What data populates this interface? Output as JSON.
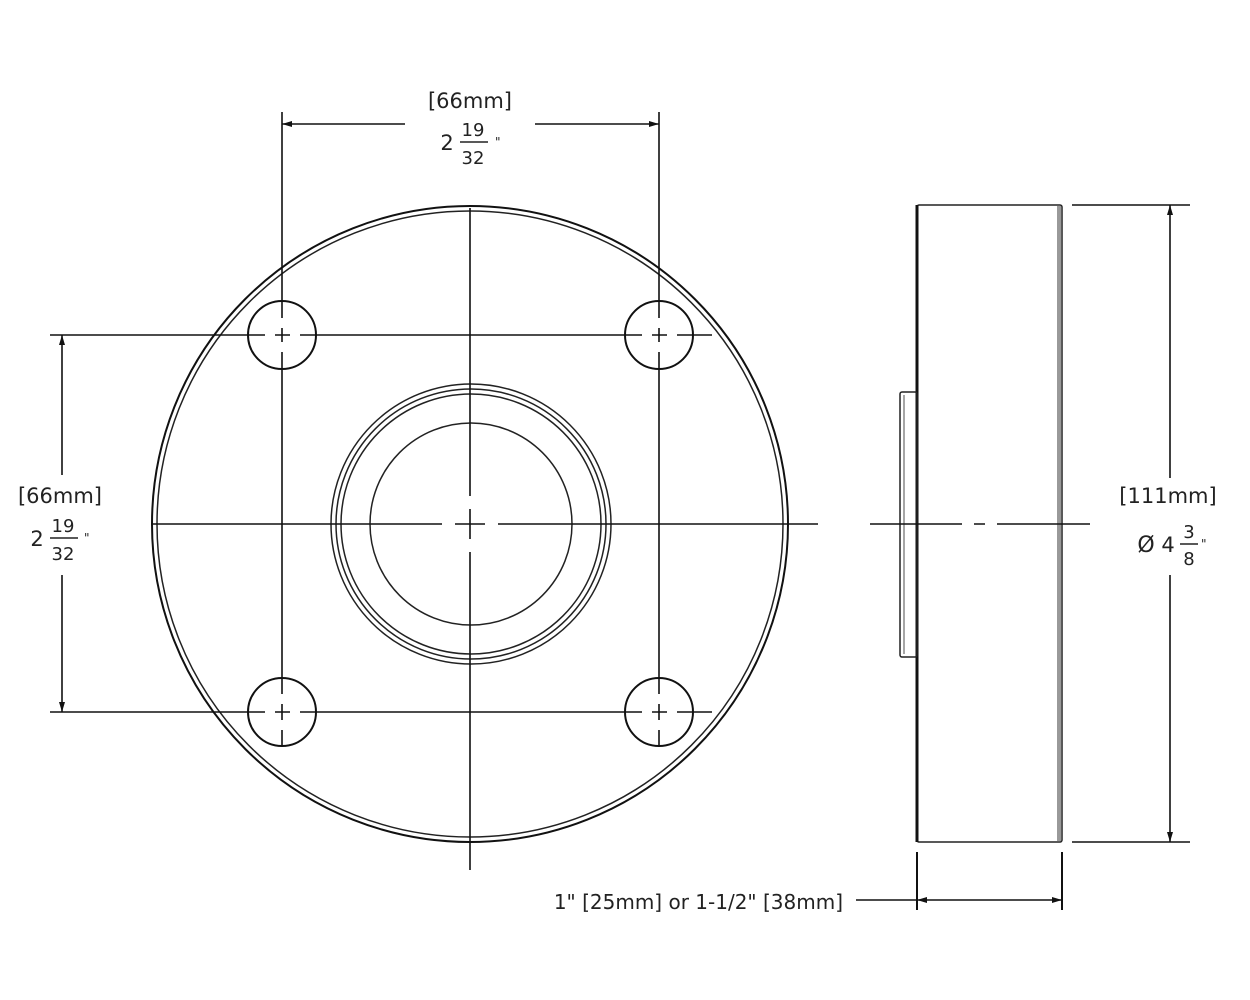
{
  "top_dimension": {
    "metric": "[66mm]",
    "whole": "2",
    "numerator": "19",
    "denominator": "32",
    "unit": "\""
  },
  "left_dimension": {
    "metric": "[66mm]",
    "whole": "2",
    "numerator": "19",
    "denominator": "32",
    "unit": "\""
  },
  "diameter_dimension": {
    "metric": "[111mm]",
    "symbol": "Ø",
    "whole": "4",
    "numerator": "3",
    "denominator": "8",
    "unit": "\""
  },
  "thickness_dimension": {
    "label": "1\" [25mm] or 1-1/2\" [38mm]"
  }
}
